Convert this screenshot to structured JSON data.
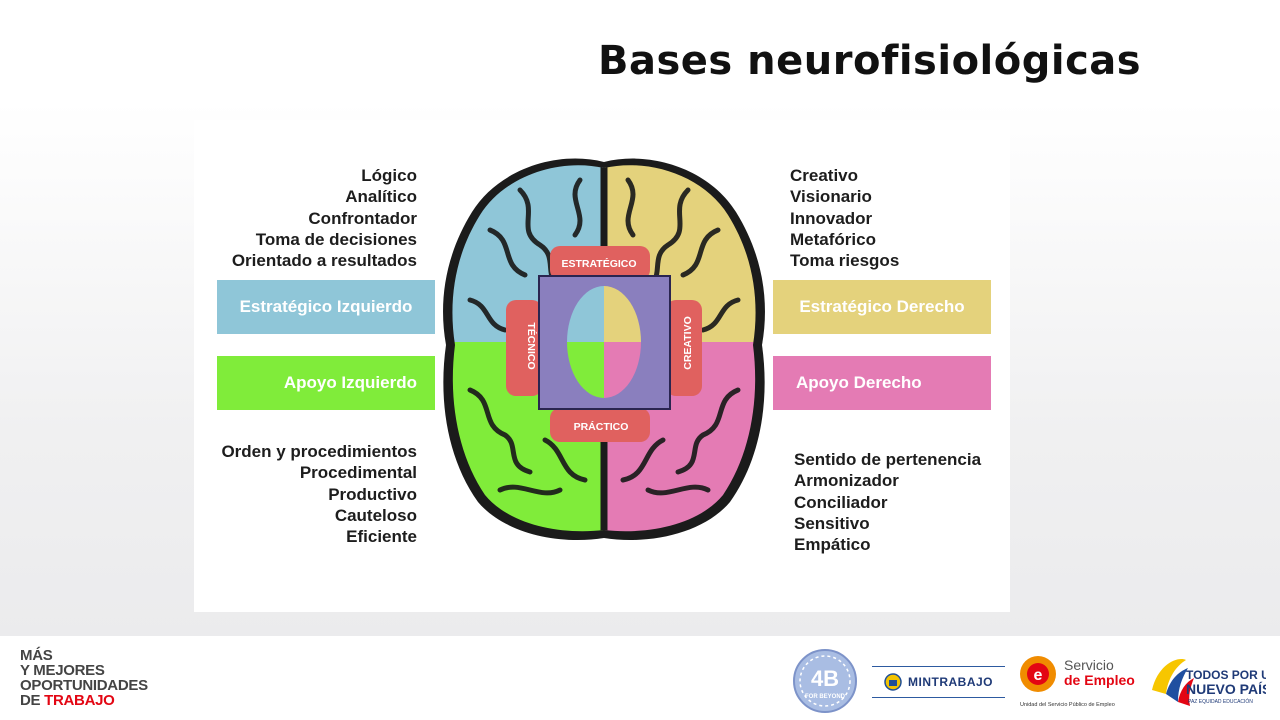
{
  "title": "Bases neurofisiológicas",
  "left_top_traits": [
    "Lógico",
    "Analítico",
    "Confrontador",
    "Toma de decisiones",
    "Orientado a resultados"
  ],
  "right_top_traits": [
    "Creativo",
    "Visionario",
    "Innovador",
    "Metafórico",
    "Toma riesgos"
  ],
  "left_bottom_traits": [
    "Orden y procedimientos",
    "Procedimental",
    "Productivo",
    "Cauteloso",
    "Eficiente"
  ],
  "right_bottom_traits": [
    "Sentido de pertenencia",
    "Armonizador",
    "Conciliador",
    "Sensitivo",
    "Empático"
  ],
  "boxes": {
    "strategic_left": "Estratégico Izquierdo",
    "support_left": "Apoyo Izquierdo",
    "strategic_right": "Estratégico Derecho",
    "support_right": "Apoyo Derecho"
  },
  "brain_labels": {
    "top": "ESTRATÉGICO",
    "left": "TÉCNICO",
    "right": "CREATIVO",
    "bottom": "PRÁCTICO"
  },
  "colors": {
    "blue": "#8fc6d8",
    "yellow": "#e4d27c",
    "green": "#80ec3a",
    "pink": "#e47bb4",
    "purple": "#8a7fbe",
    "red_tab": "#e0615f"
  },
  "footer": {
    "slogan_lines": [
      "MÁS",
      "Y MEJORES",
      "OPORTUNIDADES"
    ],
    "slogan_last_prefix": "DE ",
    "slogan_last_highlight": "TRABAJO",
    "logo_4b_line1": "4B",
    "logo_4b_line2": "FOR BEYOND",
    "mintrabajo": "MINTRABAJO",
    "servicio_line1": "Servicio",
    "servicio_line2": "de Empleo",
    "servicio_sub": "Unidad del Servicio Público de Empleo",
    "todos_line1": "TODOS POR UN",
    "todos_line2": "NUEVO PAÍS",
    "todos_sub": "PAZ   EQUIDAD   EDUCACIÓN"
  }
}
